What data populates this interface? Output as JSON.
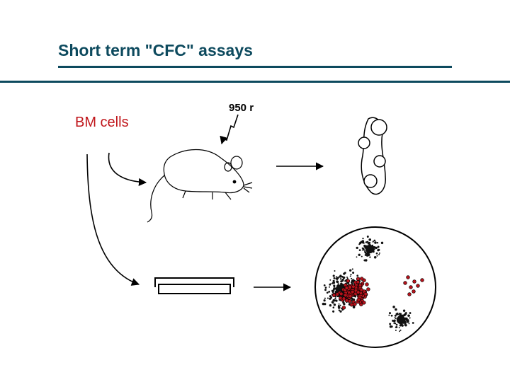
{
  "slide": {
    "title": "Short term \"CFC\" assays",
    "source_label": "BM cells",
    "irradiation_label": "950 r"
  },
  "colors": {
    "title": "#0d4a5e",
    "rule": "#0d4a5e",
    "label_red": "#c0161b",
    "colony_red": "#b5121b",
    "ink": "#000000"
  },
  "icons": [
    "mouse-icon",
    "spleen-icon",
    "culture-dish-icon",
    "petri-plate-icon",
    "arrow-icon",
    "lightning-icon"
  ]
}
